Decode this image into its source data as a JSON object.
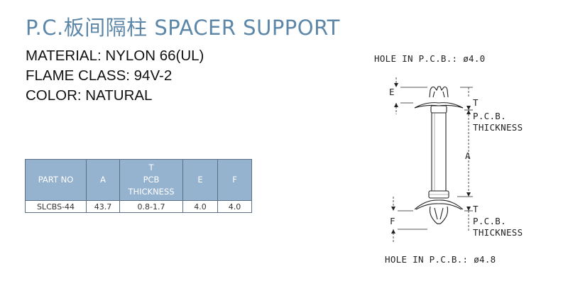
{
  "title": "P.C.板间隔柱 SPACER SUPPORT",
  "specs": {
    "material": "MATERIAL: NYLON 66(UL)",
    "flame": "FLAME CLASS: 94V-2",
    "color": "COLOR: NATURAL"
  },
  "table": {
    "headers": {
      "part_no": "PART NO",
      "a": "A",
      "t_line1": "T",
      "t_line2": "PCB",
      "t_line3": "THICKNESS",
      "e": "E",
      "f": "F"
    },
    "rows": [
      {
        "part_no": "SLCBS-44",
        "a": "43.7",
        "t": "0.8-1.7",
        "e": "4.0",
        "f": "4.0"
      }
    ]
  },
  "drawing": {
    "hole_top": "HOLE IN P.C.B.: ø4.0",
    "hole_bottom": "HOLE IN P.C.B.: ø4.8",
    "label_e": "E",
    "label_a": "A",
    "label_f": "F",
    "label_t_top": "T",
    "label_pcb_top": "P.C.B.",
    "label_thick_top": "THICKNESS",
    "label_t_bottom": "T",
    "label_pcb_bottom": "P.C.B.",
    "label_thick_bottom": "THICKNESS"
  }
}
